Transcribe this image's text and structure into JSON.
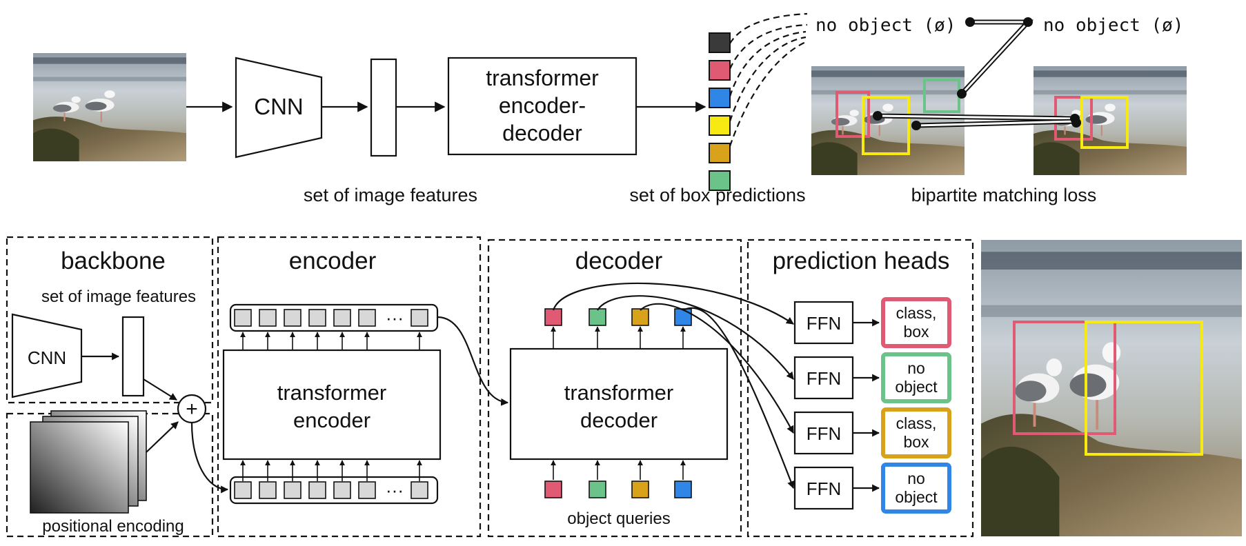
{
  "colors": {
    "pink": "#e05a73",
    "green": "#6cc38a",
    "orange": "#d9a21b",
    "blue": "#2f86e6",
    "yellow": "#f7e912",
    "dark": "#3a3a3a",
    "gray_token": "#d8d8d8"
  },
  "top": {
    "cnn": "CNN",
    "transformer": [
      "transformer",
      "encoder-",
      "decoder"
    ],
    "label_image_features": "set of image features",
    "label_box_predictions": "set of box predictions",
    "label_matching": "bipartite matching loss",
    "no_object_left": "no object (ø)",
    "no_object_right": "no object (ø)",
    "prediction_colors": [
      "dark",
      "pink",
      "blue",
      "yellow",
      "orange",
      "green"
    ]
  },
  "bottom": {
    "backbone": {
      "title": "backbone",
      "features_label": "set of image features",
      "cnn": "CNN",
      "positional_label": "positional encoding",
      "plus": "+"
    },
    "encoder": {
      "title": "encoder",
      "block": [
        "transformer",
        "encoder"
      ],
      "ellipsis": "···"
    },
    "decoder": {
      "title": "decoder",
      "block": [
        "transformer",
        "decoder"
      ],
      "queries_label": "object queries",
      "query_colors": [
        "pink",
        "green",
        "orange",
        "blue"
      ]
    },
    "heads": {
      "title": "prediction heads",
      "ffn": "FFN",
      "outputs": [
        {
          "lines": [
            "class,",
            "box"
          ],
          "color": "pink"
        },
        {
          "lines": [
            "no",
            "object"
          ],
          "color": "green"
        },
        {
          "lines": [
            "class,",
            "box"
          ],
          "color": "orange"
        },
        {
          "lines": [
            "no",
            "object"
          ],
          "color": "blue"
        }
      ]
    }
  }
}
